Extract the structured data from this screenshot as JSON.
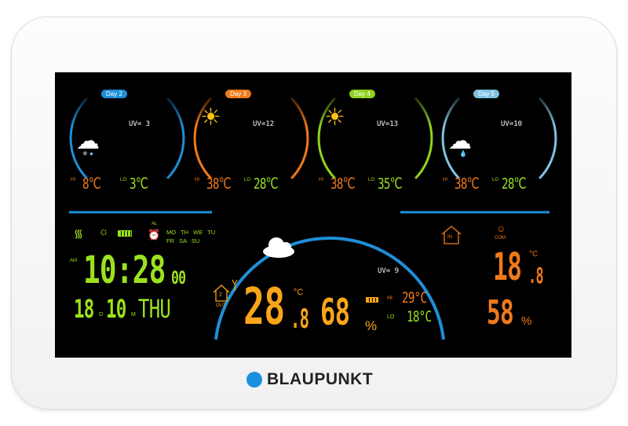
{
  "brand": "BLAUPUNKT",
  "colors": {
    "orange": "#f07a1a",
    "green": "#9be21e",
    "yellow": "#f9a51a",
    "blue": "#1e8fd8"
  },
  "forecast": [
    {
      "day": "Day 2",
      "uv": "UV= 3",
      "hi_label": "HI",
      "hi": "8℃",
      "lo_label": "LO",
      "lo": "3℃",
      "icon": "snow-rain-cloud-icon",
      "color": "#1e8fd8"
    },
    {
      "day": "Day 3",
      "uv": "UV=12",
      "hi_label": "HI",
      "hi": "38℃",
      "lo_label": "LO",
      "lo": "28℃",
      "icon": "sun-icon",
      "color": "#f07a1a"
    },
    {
      "day": "Day 4",
      "uv": "UV=13",
      "hi_label": "HI",
      "hi": "38℃",
      "lo_label": "LO",
      "lo": "35℃",
      "icon": "sun-icon",
      "color": "#8fd21e"
    },
    {
      "day": "Day 5",
      "uv": "UV=10",
      "hi_label": "HI",
      "hi": "38℃",
      "lo_label": "LO",
      "lo": "28℃",
      "icon": "rain-cloud-icon",
      "color": "#7fc3e0"
    }
  ],
  "clock": {
    "ampm": "AM",
    "time": "10:28",
    "seconds": "00",
    "day": "18",
    "day_unit": "D",
    "month": "10",
    "month_unit": "M",
    "weekday": "THU",
    "alarm_label": "AL",
    "weekdays_row1": "MO TH WE TU",
    "weekdays_row2": "FR SA SU"
  },
  "outdoor": {
    "label": "OUT",
    "channel": "2",
    "temp": "28",
    "temp_dec": ".8",
    "temp_unit": "°C",
    "humidity": "68",
    "hum_unit": "%",
    "uv": "UV= 9",
    "hi_label": "HI",
    "hi": "29°C",
    "lo_label": "LO",
    "lo": "18°C"
  },
  "indoor": {
    "label": "IN",
    "comfort": "COM",
    "temp": "18",
    "temp_dec": ".8",
    "temp_unit": "°C",
    "humidity": "58",
    "hum_unit": "%"
  }
}
